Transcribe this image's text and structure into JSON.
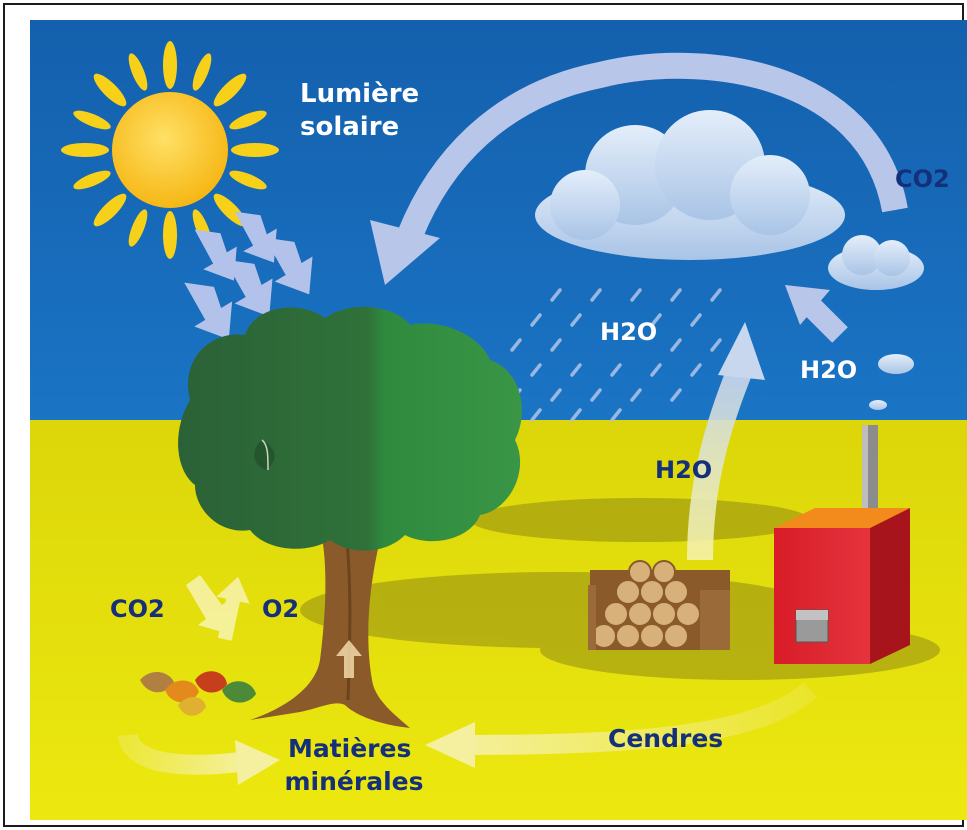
{
  "labels": {
    "sunlight": [
      "Lumière",
      "solaire"
    ],
    "co2_top": "CO2",
    "h2o_rain": "H2O",
    "h2o_smoke": "H2O",
    "h2o_wood": "H2O",
    "co2_leaves": "CO2",
    "o2_leaves": "O2",
    "minerals": [
      "Matières",
      "minérales"
    ],
    "ashes": "Cendres"
  },
  "colors": {
    "sky": "#1666b3",
    "ground": "#e8e40a",
    "label_text": "#15307a",
    "sun": "#f8c21a",
    "cloud": "#c9dcf2",
    "arrow_blue": "#b8c6ea",
    "arrow_yellow": "#f8f3a0",
    "foliage_dark": "#2f6a3a",
    "foliage_light": "#3b8f45",
    "trunk": "#8a5a2b",
    "boiler": "#d8202a",
    "logs": "#b8875a"
  },
  "icons": [
    "sun-icon",
    "cloud-icon",
    "tree-icon",
    "boiler-icon",
    "log-pile-icon",
    "leaves-icon",
    "rain-icon"
  ]
}
